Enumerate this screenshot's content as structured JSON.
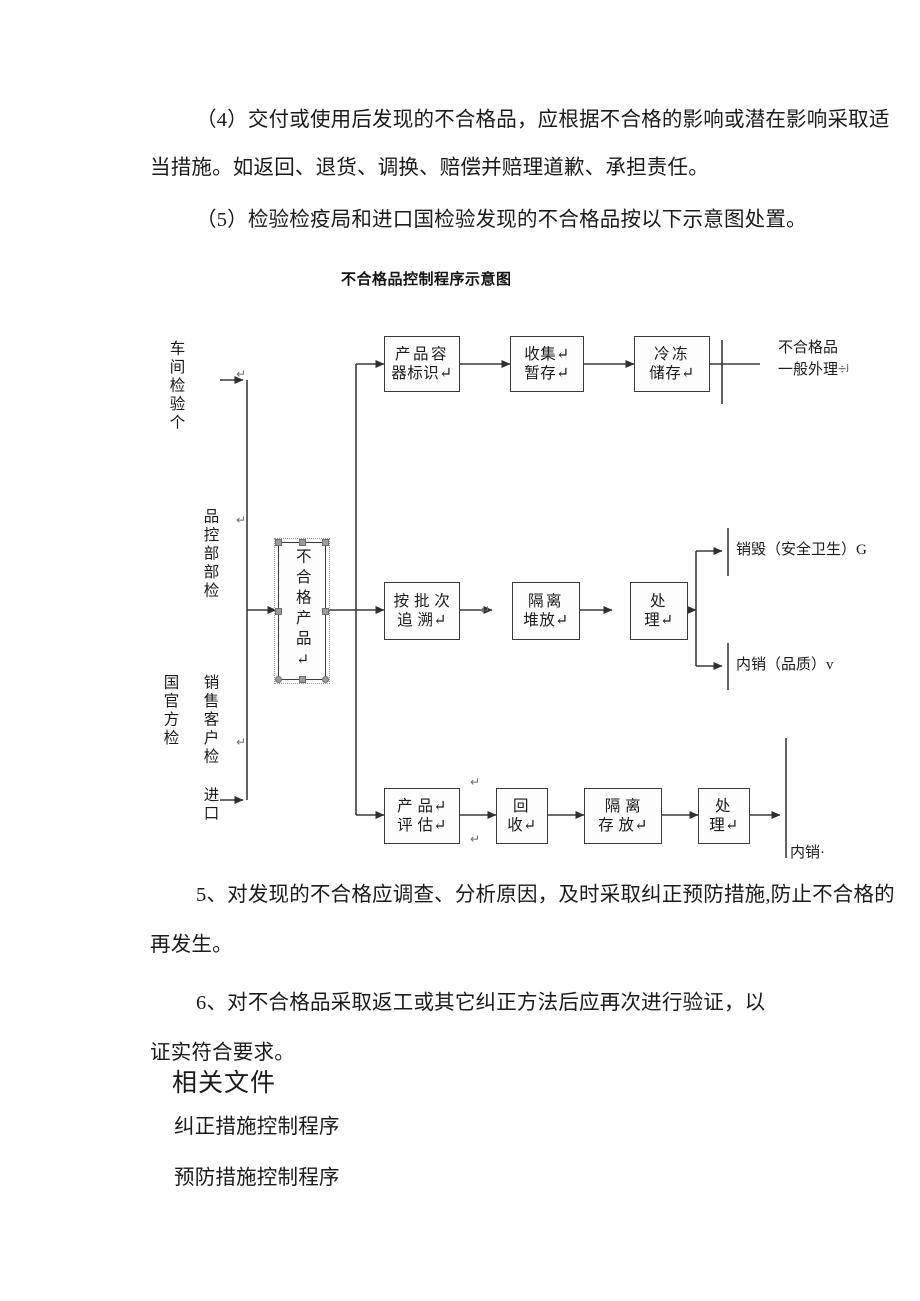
{
  "document": {
    "paragraphs": [
      {
        "id": "p4",
        "text": "（4）交付或使用后发现的不合格品，应根据不合格的影响或潜在影响采取适"
      },
      {
        "id": "p4b",
        "text": "当措施。如返回、退货、调换、赔偿并赔理道歉、承担责任。"
      },
      {
        "id": "p5",
        "text": "（5）检验检疫局和进口国检验发现的不合格品按以下示意图处置。"
      },
      {
        "id": "p6",
        "text": "5、对发现的不合格应调查、分析原因，及时采取纠正预防措施,防止不合格的"
      },
      {
        "id": "p6b",
        "text": "再发生。"
      },
      {
        "id": "p7",
        "text": "6、对不合格品采取返工或其它纠正方法后应再次进行验证，以"
      },
      {
        "id": "p7b",
        "text": "证实符合要求。"
      }
    ],
    "related_files_heading": "相关文件",
    "related_files": [
      "纠正措施控制程序",
      "预防措施控制程序"
    ]
  },
  "diagram": {
    "title": "不合格品控制程序示意图",
    "left_labels": [
      {
        "id": "lane-workshop",
        "text": "车间检验个"
      },
      {
        "id": "lane-qc",
        "text": "品控部部检"
      },
      {
        "id": "lane-sales",
        "text": "销售客户检 进口"
      },
      {
        "id": "lane-official",
        "text": "国官方检"
      }
    ],
    "center_node": {
      "id": "nonconforming-product",
      "text": "不合格产品↵",
      "selected": true
    },
    "rows": [
      {
        "id": "row-top",
        "boxes": [
          {
            "id": "box-product-container-mark",
            "lines": [
              "产品容",
              "器标识↵"
            ]
          },
          {
            "id": "box-collect-temp-storage",
            "lines": [
              "收集↵",
              "暂存↵"
            ]
          },
          {
            "id": "box-frozen-storage",
            "lines": [
              "冷冻",
              "储存↵"
            ]
          }
        ],
        "outputs": [
          {
            "id": "label-nonconforming-general",
            "lines": [
              "不合格品",
              "一般外理÷ʲ"
            ]
          }
        ]
      },
      {
        "id": "row-middle",
        "boxes": [
          {
            "id": "box-trace-by-batch",
            "lines": [
              "按 批 次",
              "追    溯↵"
            ]
          },
          {
            "id": "box-isolate-stack",
            "lines": [
              "隔离",
              "堆放↵"
            ]
          },
          {
            "id": "box-disposal-middle",
            "lines": [
              "处",
              "理↵"
            ]
          }
        ],
        "outputs": [
          {
            "id": "label-destroy-safety",
            "lines": [
              "销毁（安全卫生）G"
            ]
          },
          {
            "id": "label-domestic-quality",
            "lines": [
              "内销（品质）v"
            ]
          }
        ]
      },
      {
        "id": "row-bottom",
        "boxes": [
          {
            "id": "box-product-evaluation",
            "lines": [
              "产   品↵",
              "评   估↵"
            ]
          },
          {
            "id": "box-recycle",
            "lines": [
              "回",
              "收↵"
            ]
          },
          {
            "id": "box-isolate-store",
            "lines": [
              "隔   离",
              "存   放↵"
            ]
          },
          {
            "id": "box-disposal-bottom",
            "lines": [
              "处",
              "理↵"
            ]
          }
        ],
        "outputs": [
          {
            "id": "label-domestic-sale",
            "lines": [
              "内销·"
            ]
          }
        ]
      }
    ],
    "return_marks": [
      {
        "id": "mark-lane-workshop"
      },
      {
        "id": "mark-lane-qc"
      },
      {
        "id": "mark-lane-sales"
      },
      {
        "id": "mark-mid-connector"
      },
      {
        "id": "mark-bottom-upper"
      },
      {
        "id": "mark-bottom-lower"
      }
    ],
    "colors": {
      "line": "#3a3a3a",
      "box_border": "#3a3a3a",
      "text": "#1b1b1b",
      "handle": "#9b9b9b",
      "mark": "#6d6d6d"
    }
  }
}
